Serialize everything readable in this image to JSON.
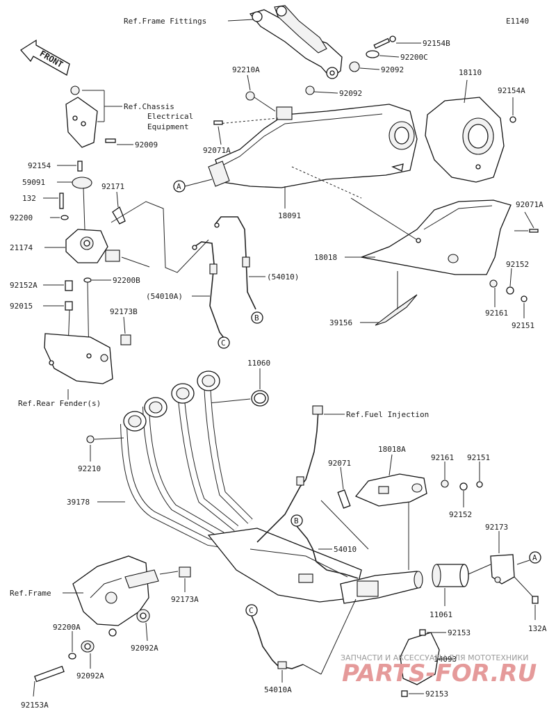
{
  "diagram": {
    "code": "E1140",
    "front_label": "FRONT",
    "labels": {
      "ref_frame_fittings": "Ref.Frame Fittings",
      "p92154B": "92154B",
      "p92200C": "92200C",
      "p92092_top": "92092",
      "p92210A": "92210A",
      "p92092_mid": "92092",
      "p18110": "18110",
      "p92154A": "92154A",
      "ref_chassis_1": "Ref.Chassis",
      "ref_chassis_2": "Electrical",
      "ref_chassis_3": "Equipment",
      "p92009": "92009",
      "p92071A_left": "92071A",
      "p92154": "92154",
      "p59091": "59091",
      "p92171": "92171",
      "p132": "132",
      "p92200": "92200",
      "p21174": "21174",
      "p92152A": "92152A",
      "p92200B": "92200B",
      "p92015": "92015",
      "p92173B": "92173B",
      "p18091": "18091",
      "p92071A_right": "92071A",
      "p18018": "18018",
      "p54010_upper": "(54010)",
      "p54010A_upper": "(54010A)",
      "p92152_right": "92152",
      "p92161_right": "92161",
      "p92151_right": "92151",
      "p39156": "39156",
      "ref_rear_fender": "Ref.Rear Fender(s)",
      "p11060": "11060",
      "ref_fuel_injection": "Ref.Fuel Injection",
      "p92210": "92210",
      "p18018A": "18018A",
      "p92071": "92071",
      "p92161_low": "92161",
      "p92151_low": "92151",
      "p92152_low": "92152",
      "p39178": "39178",
      "p54010": "54010",
      "p92173": "92173",
      "ref_frame": "Ref.Frame",
      "p92173A": "92173A",
      "p11061": "11061",
      "p132A": "132A",
      "p92200A": "92200A",
      "p92092A_right": "92092A",
      "p92153_top": "92153",
      "p14093": "14093",
      "p92092A_left": "92092A",
      "p54010A": "54010A",
      "p92153_bottom": "92153",
      "p92153A": "92153A"
    },
    "callouts": {
      "A": "A",
      "B": "B",
      "C": "C"
    }
  },
  "watermark": {
    "line1": "ЗАПЧАСТИ И АКСЕССУАРЫ ДЛЯ МОТОТЕХНИКИ",
    "line2": "PARTS-FOR.RU"
  }
}
